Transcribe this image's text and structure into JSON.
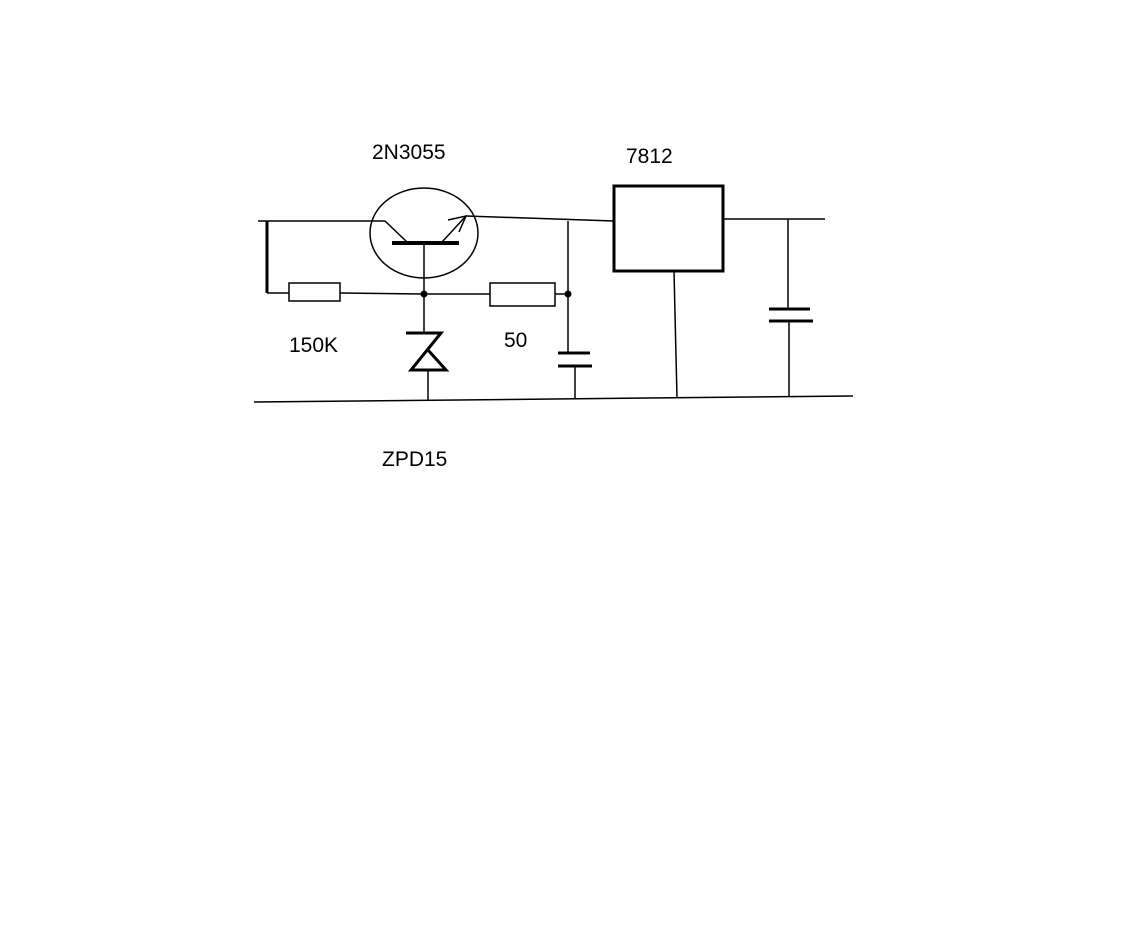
{
  "labels": {
    "transistor": "2N3055",
    "regulator": "7812",
    "resistor_1": "150K",
    "resistor_2": "50",
    "zener": "ZPD15"
  },
  "colors": {
    "background": "#ffffff",
    "ink": "#000000"
  }
}
